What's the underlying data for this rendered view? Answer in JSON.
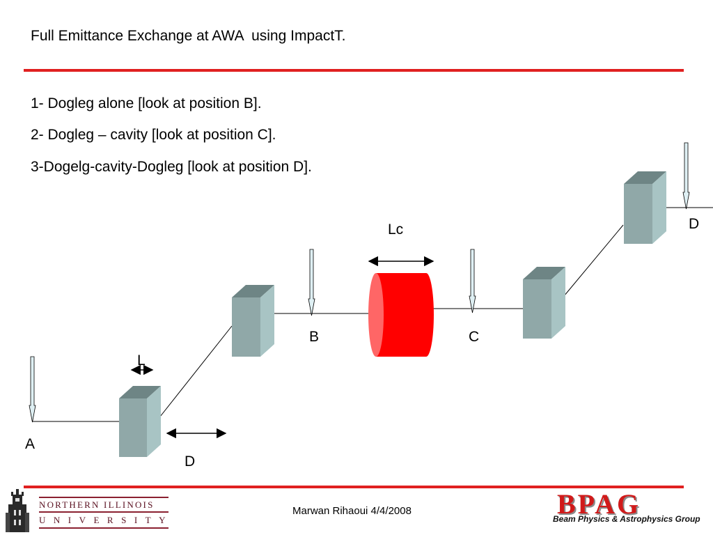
{
  "slide": {
    "title": "Full Emittance Exchange at AWA  using ImpactT.",
    "items": [
      "1- Dogleg alone [look at position B].",
      "2- Dogleg – cavity [look at position C].",
      "3-Dogelg-cavity-Dogleg [look at position D]."
    ]
  },
  "diagram": {
    "labels": {
      "a": "A",
      "b": "B",
      "c": "C",
      "d_position": "D",
      "d_distance": "D",
      "l": "L",
      "lc": "Lc"
    },
    "colors": {
      "magnet_front": "#90a8a8",
      "magnet_top": "#6e8585",
      "magnet_side": "#a8c4c4",
      "cavity_body": "#ff0000",
      "cavity_face": "#ff6666",
      "marker_fill": "#dff0f4"
    }
  },
  "footer": {
    "author_date": "Marwan Rihaoui 4/4/2008",
    "niu_line1": "NORTHERN ILLINOIS",
    "niu_line2": "UNIVERSITY",
    "bpag_logo": "BPAG",
    "bpag_subtitle": "Beam Physics & Astrophysics Group"
  },
  "theme": {
    "rule_color": "#e02020"
  }
}
